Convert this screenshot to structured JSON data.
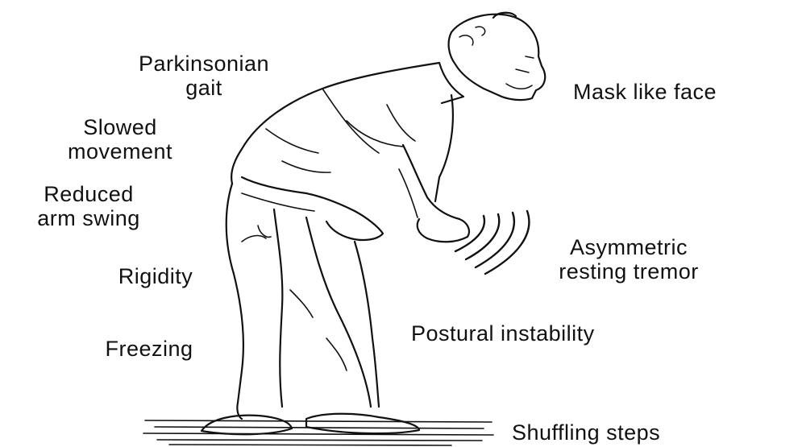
{
  "labels": {
    "parkinsonian_gait": [
      "Parkinsonian",
      "gait"
    ],
    "slowed_movement": [
      "Slowed",
      "movement"
    ],
    "reduced_arm_swing": [
      "Reduced",
      "arm swing"
    ],
    "rigidity": "Rigidity",
    "freezing": "Freezing",
    "mask_like_face": "Mask like face",
    "asymmetric_resting_tremor": [
      "Asymmetric",
      "resting tremor"
    ],
    "postural_instability": "Postural instability",
    "shuffling_steps": "Shuffling steps"
  },
  "colors": {
    "ink": "#111111",
    "background": "#ffffff"
  }
}
